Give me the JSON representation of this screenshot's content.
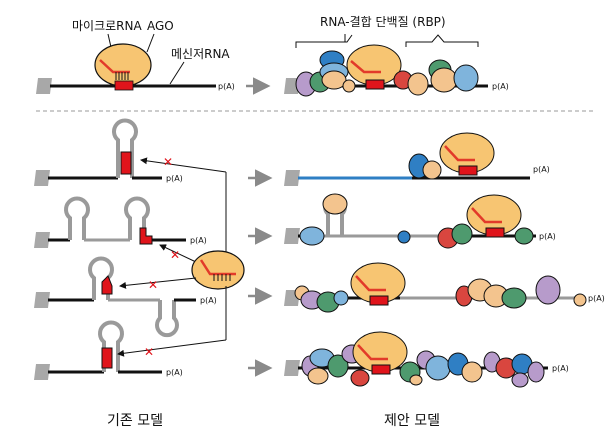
{
  "top": {
    "mirna_label": "마이크로RNA",
    "ago_label": "AGO",
    "mrna_label": "메신저RNA",
    "rbp_label": "RNA-결합 단백질 (RBP)",
    "polya": "p(A)"
  },
  "rows": [
    {
      "polya_left": "p(A)",
      "polya_right": "p(A)"
    },
    {
      "polya_left": "p(A)",
      "polya_right": "p(A)"
    },
    {
      "polya_left": "p(A)",
      "polya_right": "p(A)"
    },
    {
      "polya_left": "p(A)",
      "polya_right": "p(A)"
    }
  ],
  "footer": {
    "left_title": "기존 모델",
    "right_title": "제안 모델"
  },
  "colors": {
    "ago": "#F7C572",
    "site": "#E0141B",
    "mirna": "#E23A2A",
    "stem_loop": "#9a9a9a",
    "blue": "#2F7FC4",
    "purple": "#B79BCB",
    "green": "#4E9A6E",
    "red": "#D9463F",
    "peach": "#F3C48E",
    "lightblue": "#7FB4DC",
    "cross": "#E0141B"
  }
}
